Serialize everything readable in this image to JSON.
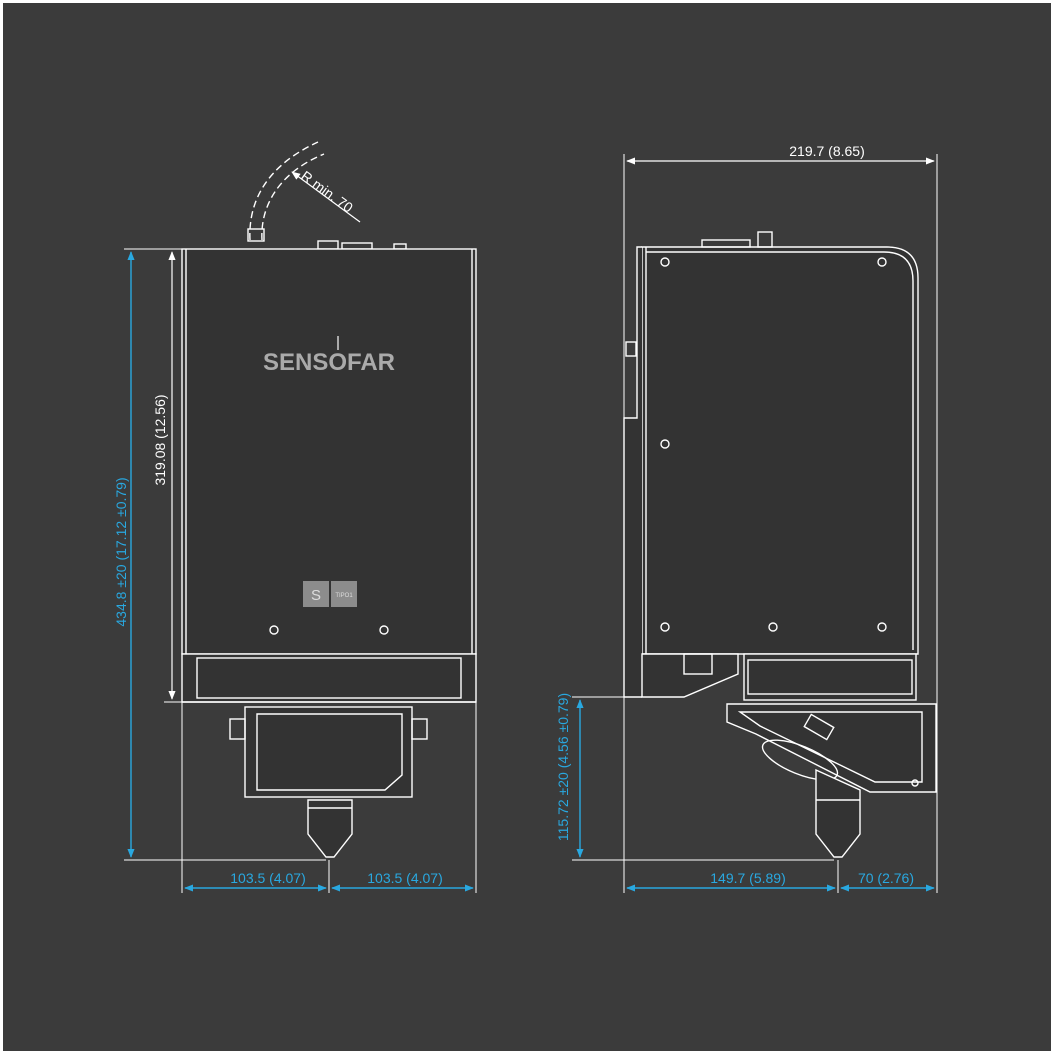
{
  "colors": {
    "background": "#3b3b3b",
    "frame": "#ffffff",
    "line": "#ffffff",
    "body_fill": "#333333",
    "accent_blue": "#29a8e0",
    "logo_gray": "#aaaaaa",
    "badge_fill": "#8c8c8c"
  },
  "front_view": {
    "logo": "SENSOFAR",
    "badge_letter": "S",
    "badge_text": "TIPO1",
    "cable_radius_label": "R min. 70",
    "height_total_label": "434.8 ±20 (17.12 ±0.79)",
    "height_body_label": "319.08 (12.56)",
    "width_left_label": "103.5 (4.07)",
    "width_right_label": "103.5 (4.07)"
  },
  "side_view": {
    "depth_label": "219.7 (8.65)",
    "lower_height_label": "115.72 ±20 (4.56 ±0.79)",
    "offset_label": "149.7 (5.89)",
    "tail_label": "70 (2.76)"
  }
}
